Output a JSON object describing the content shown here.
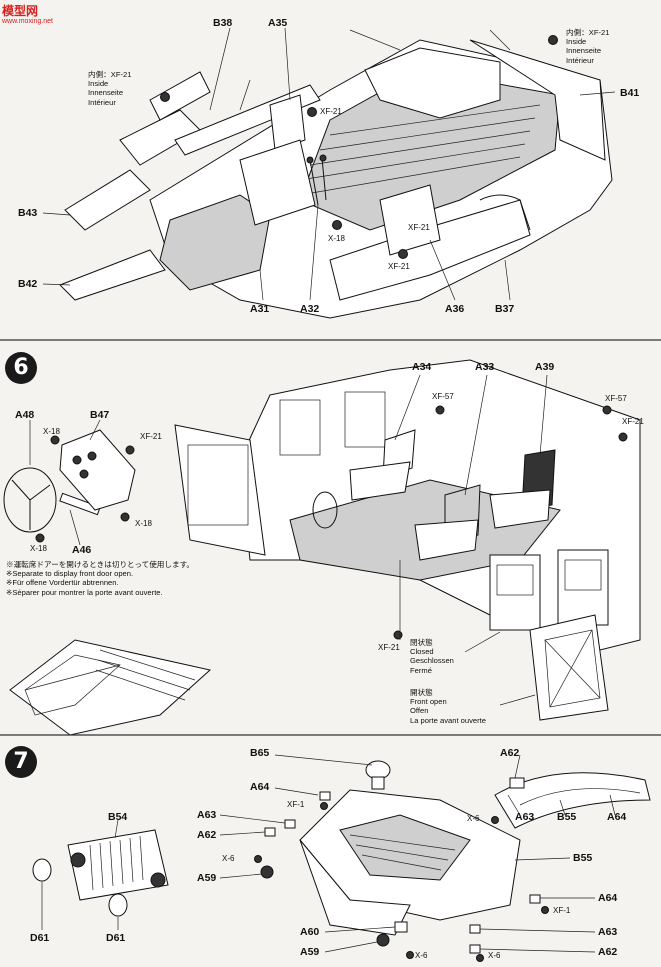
{
  "watermark": {
    "brand": "模型网",
    "site": "www.moxing.net"
  },
  "step5": {
    "labels": {
      "b38": "B38",
      "a35": "A35",
      "b43": "B43",
      "b42": "B42",
      "a31": "A31",
      "a32": "A32",
      "a36": "A36",
      "b37": "B37",
      "b41": "B41",
      "x18": "X-18",
      "xf21a": "XF-21",
      "xf21b": "XF-21",
      "xf21c": "XF-21"
    },
    "inside_left": [
      "内側：XF-21",
      "Inside",
      "Innenseite",
      "Intérieur"
    ],
    "inside_right": [
      "内側：XF-21",
      "Inside",
      "Innenseite",
      "Intérieur"
    ]
  },
  "step6": {
    "number": "6",
    "labels": {
      "a48": "A48",
      "b47": "B47",
      "a46": "A46",
      "x18a": "X-18",
      "x18b": "X-18",
      "x18c": "X-18",
      "xf21a": "XF-21",
      "xf21b": "XF-21",
      "xf21c": "XF-21",
      "a34": "A34",
      "a33": "A33",
      "a39": "A39",
      "xf57a": "XF-57",
      "xf57b": "XF-57"
    },
    "door_note": [
      "※運転席ドアーを開けるときは切りとって使用します。",
      "※Separate to display front door open.",
      "※Für offene Vordertür abtrennen.",
      "※Séparer pour montrer la porte avant ouverte."
    ],
    "closed_note": [
      "閉状態",
      "Closed",
      "Geschlossen",
      "Fermé"
    ],
    "open_note": [
      "開状態",
      "Front open",
      "Offen",
      "La porte avant ouverte"
    ]
  },
  "step7": {
    "number": "7",
    "labels": {
      "b65": "B65",
      "a64a": "A64",
      "xf1a": "XF-1",
      "a63a": "A63",
      "a62a": "A62",
      "x6a": "X-6",
      "a59a": "A59",
      "b54": "B54",
      "d61a": "D61",
      "d61b": "D61",
      "a62b": "A62",
      "x6b": "X-6",
      "a63b": "A63",
      "b55a": "B55",
      "a64b": "A64",
      "b55b": "B55",
      "a64c": "A64",
      "xf1b": "XF-1",
      "a63c": "A63",
      "a60": "A60",
      "a59b": "A59",
      "x6c": "X-6",
      "x6d": "X-6",
      "a62c": "A62"
    }
  }
}
